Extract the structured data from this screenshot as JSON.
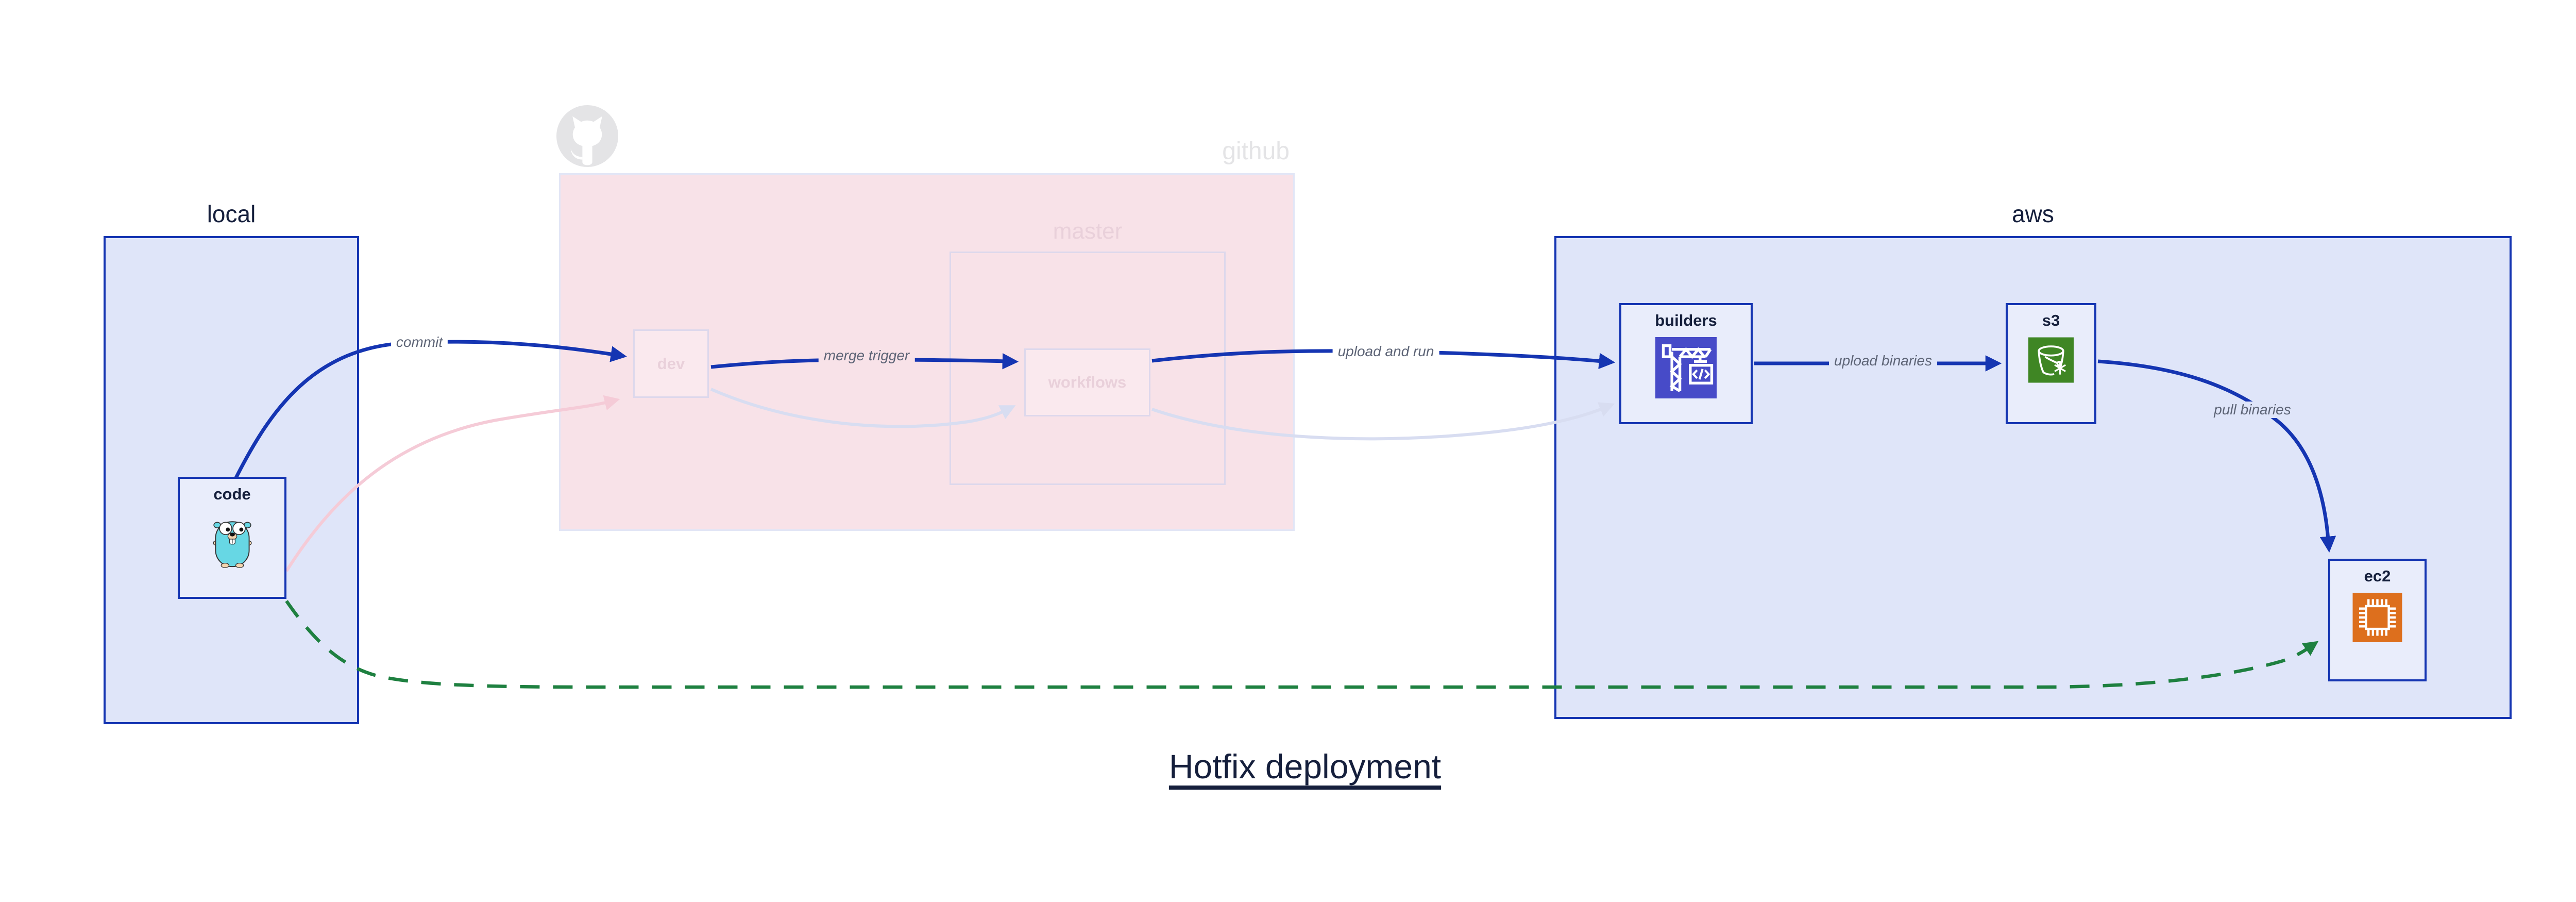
{
  "title": {
    "text": "Hotfix deployment"
  },
  "groups": {
    "local": {
      "label": "local"
    },
    "github": {
      "label": "github",
      "master_label": "master"
    },
    "aws": {
      "label": "aws"
    }
  },
  "nodes": {
    "code": {
      "label": "code"
    },
    "dev": {
      "label": "dev"
    },
    "workflows": {
      "label": "workflows"
    },
    "builders": {
      "label": "builders"
    },
    "s3": {
      "label": "s3"
    },
    "ec2": {
      "label": "ec2"
    }
  },
  "edges": {
    "commit": {
      "label": "commit",
      "from": "code",
      "to": "dev"
    },
    "merge_trigger": {
      "label": "merge trigger",
      "from": "dev",
      "to": "workflows"
    },
    "upload_and_run": {
      "label": "upload and run",
      "from": "workflows",
      "to": "builders"
    },
    "upload_binaries": {
      "label": "upload binaries",
      "from": "builders",
      "to": "s3"
    },
    "pull_binaries": {
      "label": "pull binaries",
      "from": "s3",
      "to": "ec2"
    },
    "hotfix_path": {
      "label": "",
      "from": "code",
      "to": "ec2"
    }
  },
  "colors": {
    "accent_blue": "#1535b2",
    "faint_lavender": "#d8ddf1",
    "faint_pink": "#f5cbd7",
    "green": "#1e8040",
    "group_blue_fill": "#dfe5f9",
    "node_fill": "#e9edfb",
    "github_pink_fill": "#f8e2e8",
    "pink_box_border": "#e2e6f6",
    "faded_box_border": "#ddd8ec",
    "navy_text": "#151f3c",
    "edge_label_gray": "#5d6476",
    "faded_pink_text": "#e9d0da",
    "faded_gray_text": "#e4e4e6",
    "builders_icon_indigo": "#474bc8",
    "s3_icon_green": "#3f8624",
    "ec2_icon_orange": "#dd6f1d",
    "gopher_teal": "#67d7e4",
    "octocat_gray": "#e4e4e6"
  }
}
